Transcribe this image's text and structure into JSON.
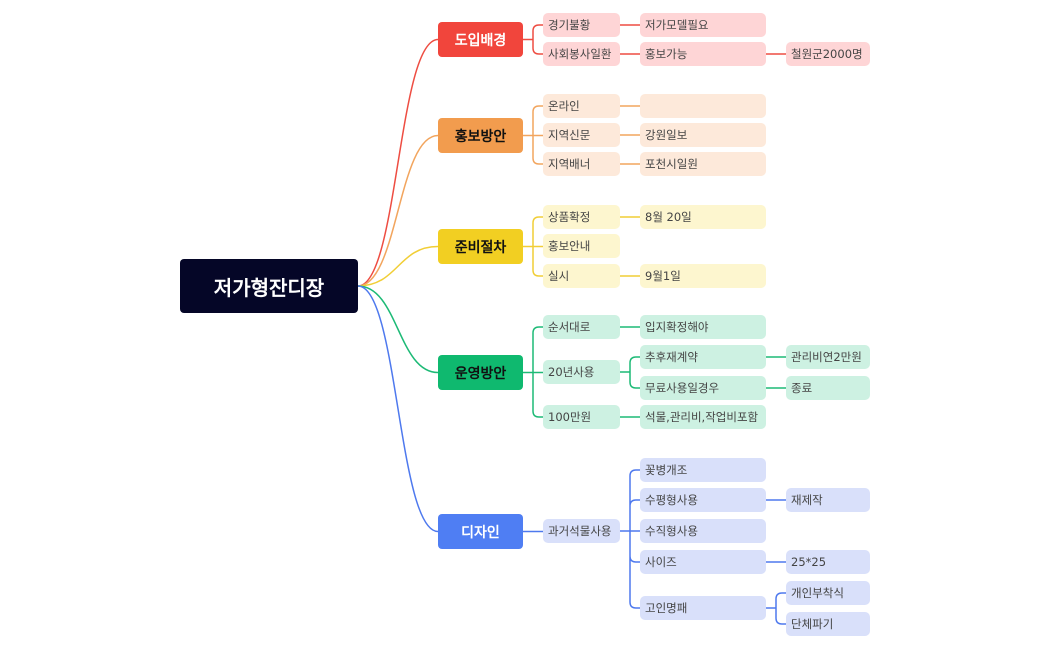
{
  "root": {
    "label": "저가형잔디장",
    "fill": "#050627",
    "color": "#ffffff"
  },
  "branches": [
    {
      "id": "intro",
      "label": "도입배경",
      "stroke": "#ee4d42",
      "fill": "#f1453c",
      "text": "#ffffff",
      "light": "#fed5d6",
      "children": [
        {
          "label": "경기불황",
          "children": [
            {
              "label": "저가모델필요"
            }
          ]
        },
        {
          "label": "사회봉사일환",
          "children": [
            {
              "label": "홍보가능",
              "children": [
                {
                  "label": "철원군2000명"
                }
              ]
            }
          ]
        }
      ]
    },
    {
      "id": "promo",
      "label": "홍보방안",
      "stroke": "#f2a55e",
      "fill": "#f29c4e",
      "text": "#111111",
      "light": "#fde9da",
      "children": [
        {
          "label": "온라인",
          "children": [
            {
              "label": ""
            }
          ]
        },
        {
          "label": "지역신문",
          "children": [
            {
              "label": "강원일보"
            }
          ]
        },
        {
          "label": "지역배너",
          "children": [
            {
              "label": "포천시일원"
            }
          ]
        }
      ]
    },
    {
      "id": "prep",
      "label": "준비절차",
      "stroke": "#f1ce36",
      "fill": "#f2cf22",
      "text": "#111111",
      "light": "#fdf6cf",
      "children": [
        {
          "label": "상품확정",
          "children": [
            {
              "label": "8월 20일"
            }
          ]
        },
        {
          "label": "홍보안내"
        },
        {
          "label": "실시",
          "children": [
            {
              "label": "9월1일"
            }
          ]
        }
      ]
    },
    {
      "id": "ops",
      "label": "운영방안",
      "stroke": "#1dba76",
      "fill": "#0fb96f",
      "text": "#111111",
      "light": "#cdf1e2",
      "children": [
        {
          "label": "순서대로",
          "children": [
            {
              "label": "입지확정해야"
            }
          ]
        },
        {
          "label": "20년사용",
          "children": [
            {
              "label": "추후재계약",
              "children": [
                {
                  "label": "관리비연2만원"
                }
              ]
            },
            {
              "label": "무료사용일경우",
              "children": [
                {
                  "label": "종료"
                }
              ]
            }
          ]
        },
        {
          "label": "100만원",
          "children": [
            {
              "label": "석물,관리비,작업비포함"
            }
          ]
        }
      ]
    },
    {
      "id": "design",
      "label": "디자인",
      "stroke": "#4e79ee",
      "fill": "#4f7ef3",
      "text": "#ffffff",
      "light": "#d9e0fa",
      "children": [
        {
          "label": "과거석물사용",
          "children": [
            {
              "label": "꽃병개조"
            },
            {
              "label": "수평형사용",
              "children": [
                {
                  "label": "재제작"
                }
              ]
            },
            {
              "label": "수직형사용"
            },
            {
              "label": "사이즈",
              "children": [
                {
                  "label": "25*25"
                }
              ]
            },
            {
              "label": "고인명패",
              "children": [
                {
                  "label": "개인부착식"
                },
                {
                  "label": "단체파기"
                }
              ]
            }
          ]
        }
      ]
    }
  ]
}
